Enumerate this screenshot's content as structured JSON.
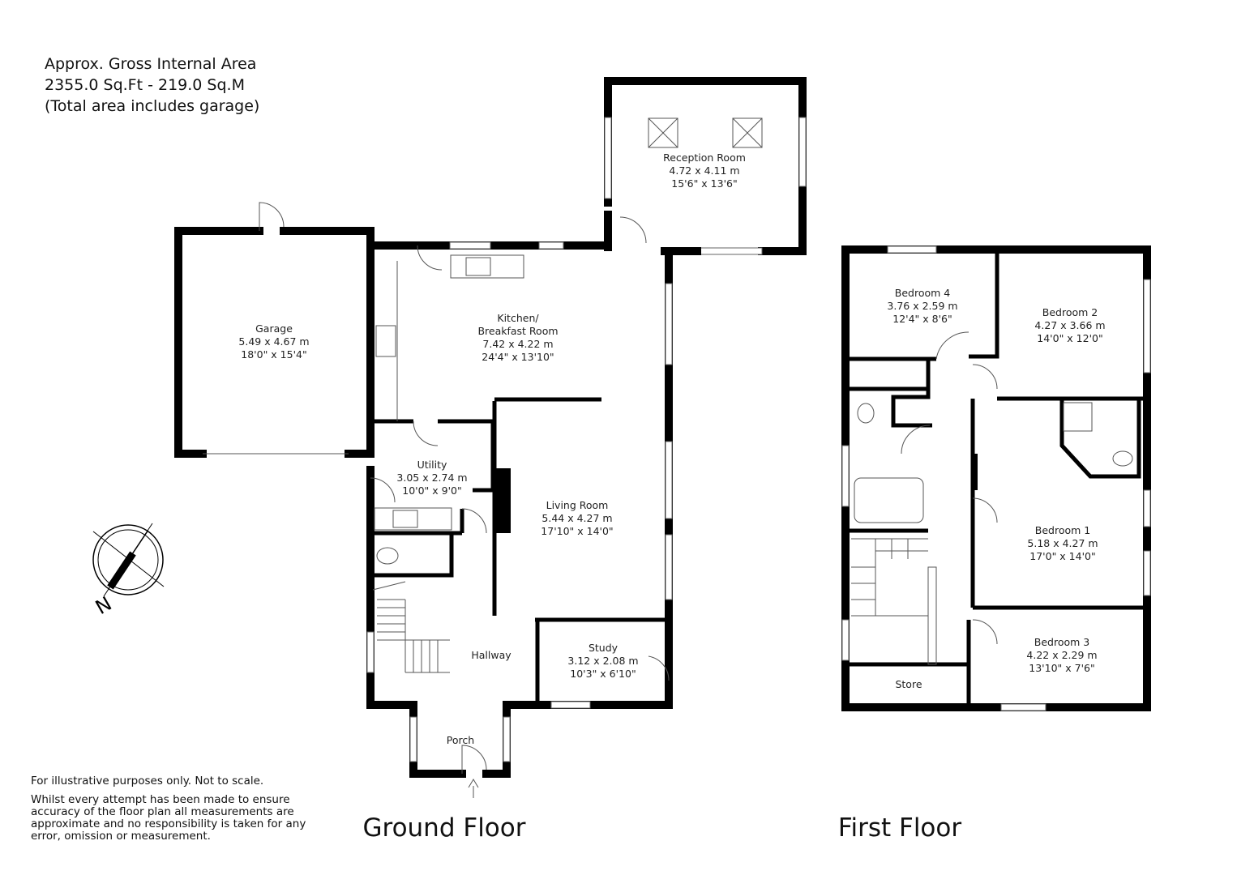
{
  "header": {
    "line1": "Approx. Gross Internal Area",
    "line2": "2355.0 Sq.Ft - 219.0 Sq.M",
    "line3": "(Total area includes garage)"
  },
  "disclaimer": {
    "line1": "For illustrative purposes only. Not to scale.",
    "line2": "Whilst every attempt has been made to ensure accuracy of the floor plan all measurements are approximate and no responsibility is taken for any error, omission or measurement."
  },
  "compass": {
    "label": "N"
  },
  "ground_floor": {
    "title": "Ground Floor",
    "rooms": {
      "reception": {
        "name": "Reception Room",
        "metric": "4.72 x 4.11 m",
        "imperial": "15'6\" x 13'6\""
      },
      "garage": {
        "name": "Garage",
        "metric": "5.49 x 4.67 m",
        "imperial": "18'0\" x 15'4\""
      },
      "kitchen": {
        "name1": "Kitchen/",
        "name2": "Breakfast Room",
        "metric": "7.42 x 4.22 m",
        "imperial": "24'4\" x 13'10\""
      },
      "utility": {
        "name": "Utility",
        "metric": "3.05 x 2.74 m",
        "imperial": "10'0\" x 9'0\""
      },
      "living": {
        "name": "Living Room",
        "metric": "5.44 x 4.27 m",
        "imperial": "17'10\" x 14'0\""
      },
      "hallway": {
        "name": "Hallway"
      },
      "study": {
        "name": "Study",
        "metric": "3.12 x 2.08 m",
        "imperial": "10'3\" x 6'10\""
      },
      "porch": {
        "name": "Porch"
      }
    }
  },
  "first_floor": {
    "title": "First Floor",
    "rooms": {
      "bedroom4": {
        "name": "Bedroom 4",
        "metric": "3.76 x 2.59 m",
        "imperial": "12'4\" x 8'6\""
      },
      "bedroom2": {
        "name": "Bedroom 2",
        "metric": "4.27 x 3.66 m",
        "imperial": "14'0\" x 12'0\""
      },
      "bedroom1": {
        "name": "Bedroom 1",
        "metric": "5.18 x 4.27 m",
        "imperial": "17'0\" x 14'0\""
      },
      "bedroom3": {
        "name": "Bedroom 3",
        "metric": "4.22 x 2.29 m",
        "imperial": "13'10\" x 7'6\""
      },
      "store": {
        "name": "Store"
      }
    }
  }
}
